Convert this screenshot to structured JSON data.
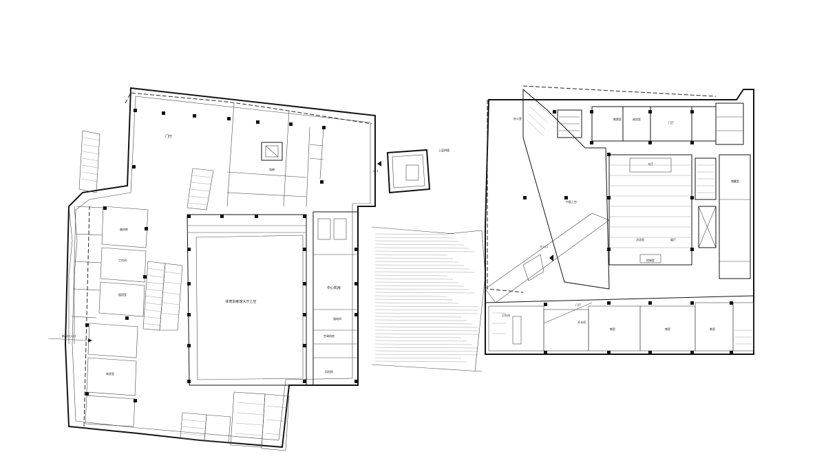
{
  "drawing": {
    "left_wing_labels": {
      "hall": "门厅",
      "central_hall": "体育训练馆大厅上空",
      "center_room": "中心机房",
      "ac_room": "空调机房",
      "wind_room": "风机房",
      "power_room": "强电间",
      "elevator": "电梯",
      "side_entry": "新风口入口",
      "room_a": "器材库",
      "room_b": "工作间",
      "room_c": "休息室",
      "room_d": "值班室"
    },
    "pavilion_labels": {
      "title": "上层四楼",
      "entry": "入口"
    },
    "right_wing_labels": {
      "hall": "门厅",
      "shop": "售票室",
      "office": "办公室",
      "classroom_a": "教室",
      "classroom_b": "教室",
      "classroom_c": "教室",
      "reading": "阅览室",
      "exhibit": "展厅",
      "void": "中庭上空",
      "activity": "活动室",
      "lobby": "大厅",
      "control": "控制室",
      "storage": "储藏室",
      "hall2": "门厅",
      "water": "开水间",
      "toilet": "卫生间",
      "entry": "主入口"
    }
  }
}
